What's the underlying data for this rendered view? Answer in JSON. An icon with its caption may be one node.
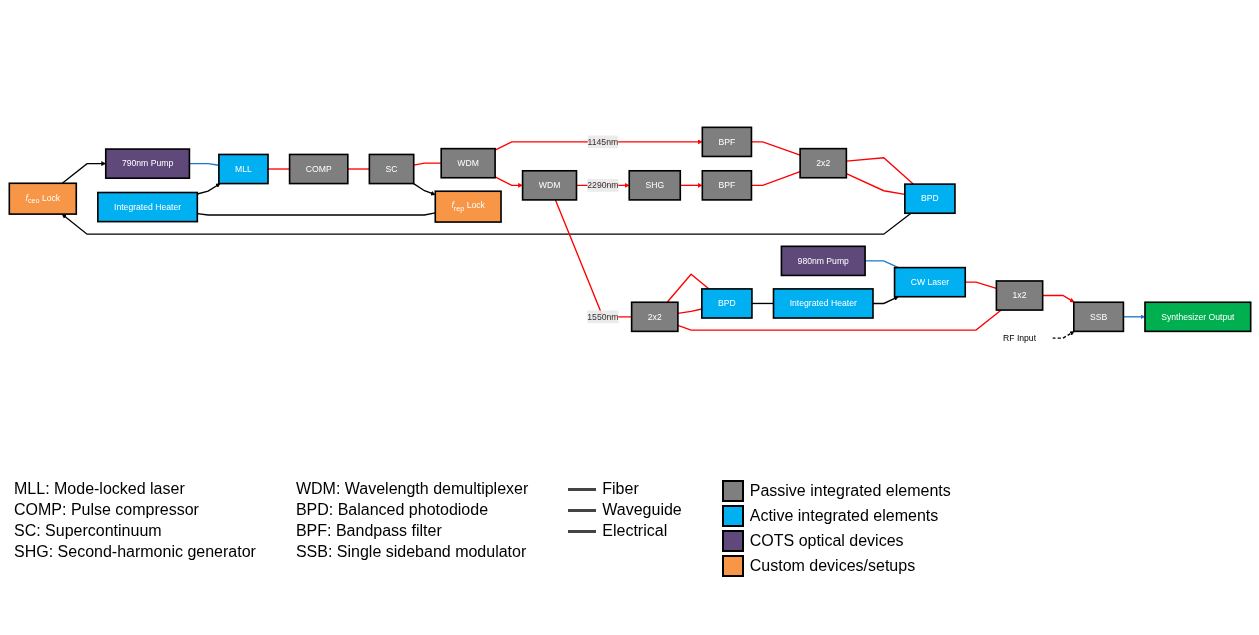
{
  "diagram": {
    "nodes": [
      {
        "text": [
          "*f*$_{ceo}$ Lock"
        ]
      },
      {
        "text": [
          "790nm Pump"
        ]
      },
      {
        "text": [
          "MLL"
        ]
      },
      {
        "text": [
          "COMP"
        ]
      },
      {
        "text": [
          "SC"
        ]
      },
      {
        "text": [
          "WDM"
        ]
      },
      {
        "text": [
          "BPF"
        ]
      },
      {
        "text": [
          "2x2"
        ]
      },
      {
        "text": [
          "BPD"
        ]
      },
      {
        "text": [
          "Integrated Heater"
        ]
      },
      {
        "text": [
          "*f*$_{rep}$ Lock"
        ]
      },
      {
        "text": [
          "WDM"
        ]
      },
      {
        "text": [
          "SHG"
        ]
      },
      {
        "text": [
          "BPF"
        ]
      },
      {
        "text": [
          "980nm Pump"
        ]
      },
      {
        "text": [
          "CW Laser"
        ]
      },
      {
        "text": [
          "1x2"
        ]
      },
      {
        "text": [
          "2x2"
        ]
      },
      {
        "text": [
          "BPD"
        ]
      },
      {
        "text": [
          "SSB"
        ]
      },
      {
        "text": [
          "Integrated Heater"
        ]
      },
      {
        "text": [
          "Synthesizer Output"
        ]
      },
      {
        "text": [
          "RF Input"
        ]
      }
    ],
    "edges": [
      {
        "from": 8,
        "to": 0,
        "arrow": "to",
        "color": "#000000"
      },
      {
        "from": 0,
        "to": 1,
        "arrow": "to",
        "color": "#000000"
      },
      {
        "from": 1,
        "to": 2,
        "arrow": "none",
        "color": "#1f77c8"
      },
      {
        "from": 2,
        "to": 3,
        "arrow": "none"
      },
      {
        "from": 3,
        "to": 4,
        "arrow": "none"
      },
      {
        "from": 4,
        "to": 5,
        "arrow": "none"
      },
      {
        "from": 5,
        "to": 6,
        "arrow": "to",
        "label": "1145nm"
      },
      {
        "from": 6,
        "to": 7,
        "arrow": "none"
      },
      {
        "from": 7,
        "to": 8,
        "arrow": "none"
      },
      {
        "from": 7,
        "to": 8,
        "arrow": "none"
      },
      {
        "from": 9,
        "to": 2,
        "arrow": "to",
        "color": "#000000"
      },
      {
        "from": 4,
        "to": 10,
        "arrow": "to",
        "color": "#000000"
      },
      {
        "from": 9,
        "to": 10,
        "arrow": "none",
        "color": "#000000"
      },
      {
        "from": 5,
        "to": 11,
        "arrow": "to"
      },
      {
        "from": 11,
        "to": 12,
        "arrow": "to",
        "label": "2290nm"
      },
      {
        "from": 12,
        "to": 13,
        "arrow": "to"
      },
      {
        "from": 13,
        "to": 7,
        "arrow": "none"
      },
      {
        "from": 11,
        "to": 17,
        "arrow": "none",
        "label": "1550nm"
      },
      {
        "from": 14,
        "to": 15,
        "arrow": "none",
        "color": "#1f77c8"
      },
      {
        "from": 15,
        "to": 16,
        "arrow": "none"
      },
      {
        "from": 16,
        "to": 17,
        "arrow": "none"
      },
      {
        "from": 17,
        "to": 18,
        "arrow": "none"
      },
      {
        "from": 17,
        "to": 18,
        "arrow": "none"
      },
      {
        "from": 18,
        "to": 20,
        "arrow": "none",
        "color": "#000000"
      },
      {
        "from": 20,
        "to": 15,
        "arrow": "to",
        "color": "#000000"
      },
      {
        "from": 16,
        "to": 19,
        "arrow": "to"
      },
      {
        "from": 19,
        "to": 21,
        "arrow": "to",
        "color": "#1f77c8"
      },
      {
        "from": 22,
        "to": 19,
        "arrow": "to",
        "style": "dashed",
        "color": "#000000"
      }
    ],
    "labels": [
      "MLL: Mode-locked laser",
      "COMP: Pulse compressor",
      "SC: Supercontinuum",
      "SHG: Second-harmonic generator",
      "WDM: Wavelength demultiplexer",
      "BPD: Balanced photodiode",
      "BPF: Bandpass filter",
      "SSB: Single sideband modulator"
    ],
    "legend": [
      {
        "text": "Fiber"
      },
      {
        "text": "Waveguide"
      },
      {
        "text": "Electrical"
      },
      {
        "text": "Passive integrated elements",
        "color": "#7f7f7f"
      },
      {
        "text": "Active integrated elements",
        "color": "#00b0f0"
      },
      {
        "text": "COTS optical devices",
        "color": "#5f497a"
      },
      {
        "text": "Custom devices/setups",
        "color": "#f79646"
      }
    ]
  }
}
